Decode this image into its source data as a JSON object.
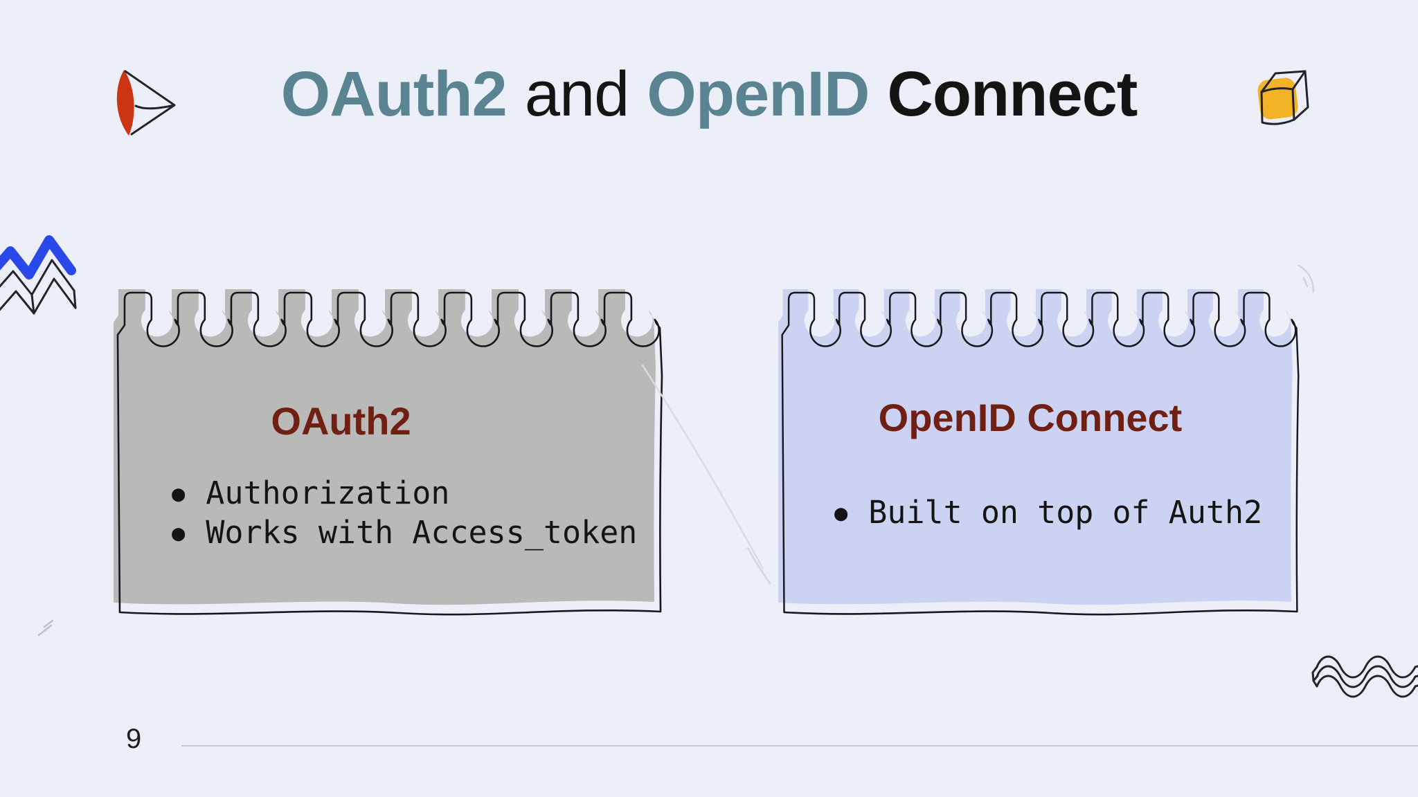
{
  "slide": {
    "heading": {
      "part1": "OAuth2",
      "part2": "and",
      "part3": "OpenID",
      "part4": "Connect"
    },
    "page_number": "9"
  },
  "cards": [
    {
      "title": "OAuth2",
      "bullet_marker": "●",
      "bullets": [
        "Authorization",
        "Works with Access_token"
      ]
    },
    {
      "title": "OpenID Connect",
      "bullet_marker": "●",
      "bullets": [
        "Built on top of Auth2"
      ]
    }
  ],
  "decorations": {
    "top_left": "paper-plane-icon",
    "top_right": "cube-icon",
    "left_edge": "zigzag-icon",
    "bottom_right": "waves-icon"
  },
  "colors": {
    "background": "#edeff8",
    "heading_accent": "#5b8492",
    "heading_text": "#141414",
    "card_title": "#6f2013",
    "card_gray": "#b9b9b7",
    "card_lavender": "#ccd3f2",
    "outline": "#17171d",
    "accent_red": "#cc3512",
    "accent_yellow": "#f2b426",
    "accent_blue": "#2a48e8"
  }
}
